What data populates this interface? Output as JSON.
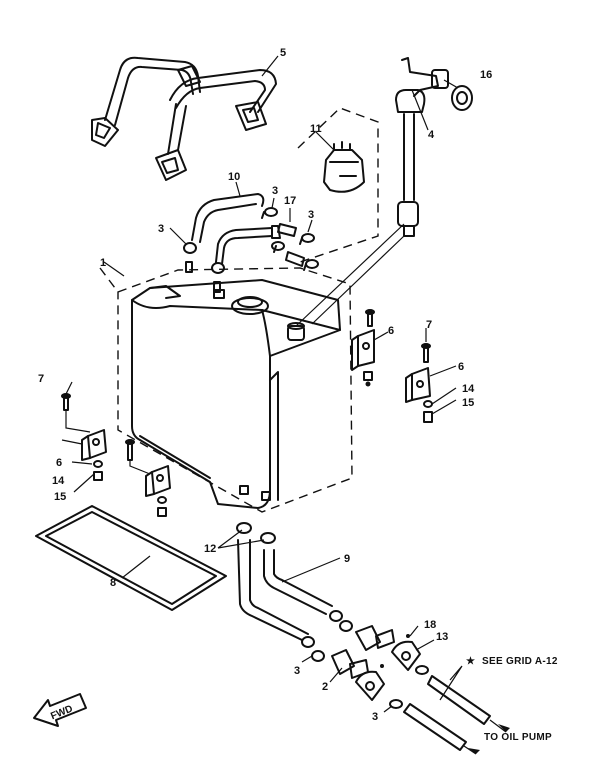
{
  "callouts": {
    "c1": "1",
    "c2": "2",
    "c3a": "3",
    "c3b": "3",
    "c3c": "3",
    "c3d": "3",
    "c3e": "3",
    "c4": "4",
    "c5": "5",
    "c6a": "6",
    "c6b": "6",
    "c6c": "6",
    "c7a": "7",
    "c7b": "7",
    "c8": "8",
    "c9": "9",
    "c10": "10",
    "c11": "11",
    "c12": "12",
    "c13": "13",
    "c14a": "14",
    "c14b": "14",
    "c15a": "15",
    "c15b": "15",
    "c16": "16",
    "c17": "17",
    "c18": "18"
  },
  "notes": {
    "see_grid": "SEE GRID A-12",
    "star": "★",
    "to_oil_pump": "TO OIL PUMP",
    "fwd": "FWD"
  }
}
